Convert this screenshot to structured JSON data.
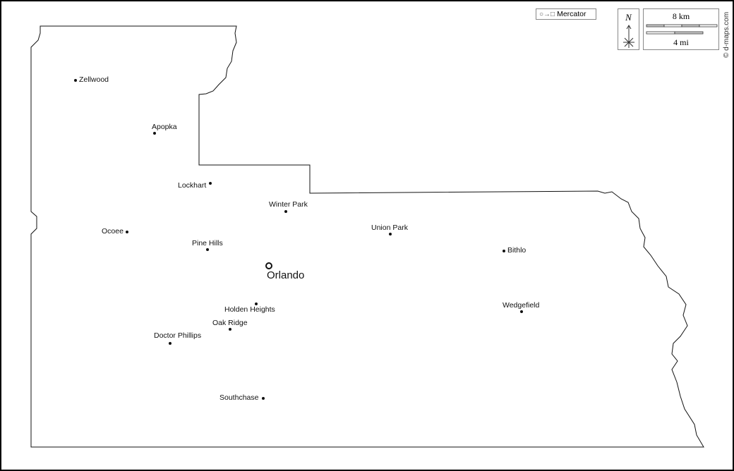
{
  "projection": {
    "label": "Mercator"
  },
  "north": {
    "label": "N"
  },
  "scale": {
    "km_label": "8 km",
    "mi_label": "4 mi"
  },
  "credit": "© d-maps.com",
  "cities": [
    {
      "name": "Zellwood",
      "capital": false
    },
    {
      "name": "Apopka",
      "capital": false
    },
    {
      "name": "Lockhart",
      "capital": false
    },
    {
      "name": "Winter Park",
      "capital": false
    },
    {
      "name": "Union Park",
      "capital": false
    },
    {
      "name": "Ocoee",
      "capital": false
    },
    {
      "name": "Pine Hills",
      "capital": false
    },
    {
      "name": "Orlando",
      "capital": true
    },
    {
      "name": "Bithlo",
      "capital": false
    },
    {
      "name": "Holden Heights",
      "capital": false
    },
    {
      "name": "Wedgefield",
      "capital": false
    },
    {
      "name": "Oak Ridge",
      "capital": false
    },
    {
      "name": "Doctor Phillips",
      "capital": false
    },
    {
      "name": "Southchase",
      "capital": false
    }
  ]
}
